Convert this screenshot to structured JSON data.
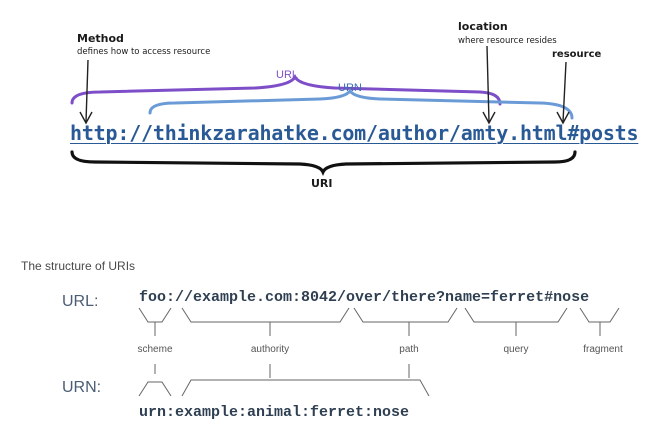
{
  "top_diagram": {
    "method": {
      "title": "Method",
      "description": "defines how to access resource"
    },
    "location": {
      "title": "location",
      "description": "where resource resides"
    },
    "resource": "resource",
    "url_label": "URL",
    "urn_label": "URN",
    "uri_example": "http://thinkzarahatke.com/author/amty.html#posts",
    "uri_label": "URI",
    "colors": {
      "url": "#7d4ec7",
      "urn": "#6b9bd6",
      "link": "#2a5a96"
    }
  },
  "structure": {
    "caption": "The structure of URIs",
    "url_label": "URL:",
    "url_example": "foo://example.com:8042/over/there?name=ferret#nose",
    "parts": [
      "scheme",
      "authority",
      "path",
      "query",
      "fragment"
    ],
    "urn_label": "URN:",
    "urn_example": "urn:example:animal:ferret:nose"
  }
}
